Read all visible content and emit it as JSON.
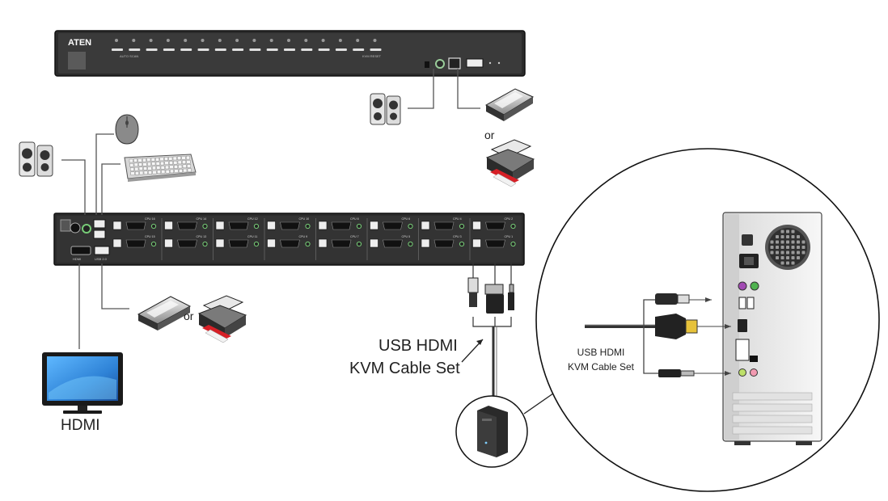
{
  "front_panel": {
    "brand": "ATEN",
    "port_count": 16,
    "group_label_left": "AUTO SCAN",
    "group_label_right": "KVM RESET"
  },
  "rear_panel": {
    "port_labels": [
      "CPU 16",
      "CPU 15",
      "CPU 14",
      "CPU 13",
      "CPU 12",
      "CPU 11",
      "CPU 10",
      "CPU 9",
      "CPU 8",
      "CPU 7",
      "CPU 6",
      "CPU 5",
      "CPU 4",
      "CPU 3",
      "CPU 2",
      "CPU 1"
    ],
    "hdmi_port_label": "HDMI",
    "usb_port_label": "USB 2.0"
  },
  "labels": {
    "or_front": "or",
    "or_rear": "or",
    "hdmi_display": "HDMI",
    "cable_set_line1": "USB HDMI",
    "cable_set_line2": "KVM Cable Set",
    "detail_cable_line1": "USB HDMI",
    "detail_cable_line2": "KVM Cable Set"
  },
  "icons": [
    "speakers-icon",
    "mouse-icon",
    "keyboard-icon",
    "scanner-icon",
    "printer-icon",
    "monitor-icon",
    "tower-pc-icon",
    "pc-rear-icon"
  ]
}
